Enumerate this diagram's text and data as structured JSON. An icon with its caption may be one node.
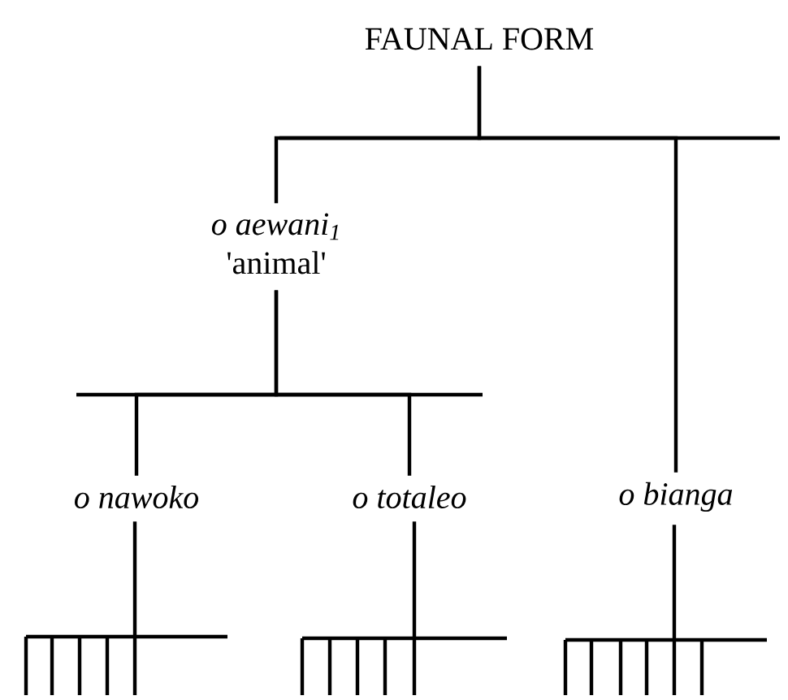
{
  "diagram": {
    "nodes": [
      {
        "text": [
          "FAUNAL FORM"
        ]
      },
      {
        "text": [
          "o aewani$_{1}$",
          "'animal'"
        ]
      },
      {
        "text": [
          "o nawoko"
        ]
      },
      {
        "text": [
          "o totaleo"
        ]
      },
      {
        "text": [
          "o bianga"
        ]
      }
    ],
    "edges": [
      {
        "from": 0,
        "to": 1,
        "arrow": "none"
      },
      {
        "from": 0,
        "to": 4,
        "arrow": "none"
      },
      {
        "from": 1,
        "to": 2,
        "arrow": "none"
      },
      {
        "from": 1,
        "to": 3,
        "arrow": "none"
      }
    ]
  }
}
